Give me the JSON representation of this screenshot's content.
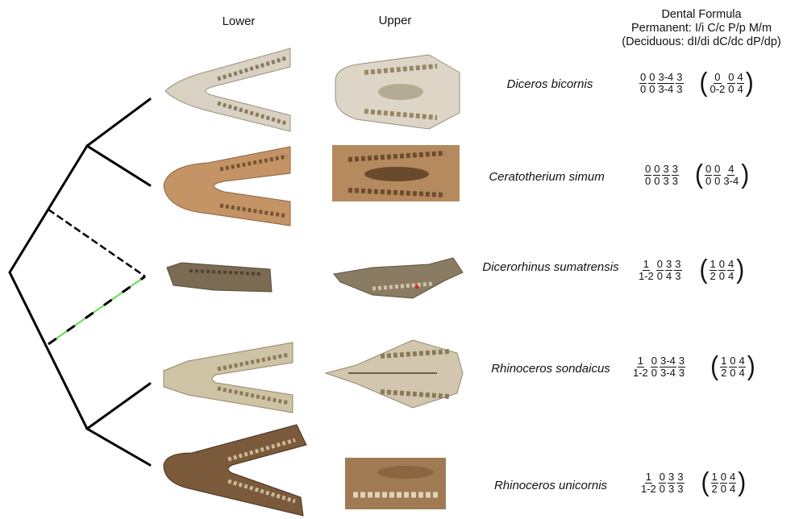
{
  "headers": {
    "lower": "Lower",
    "upper": "Upper",
    "formula_line1": "Dental Formula",
    "formula_line2": "Permanent: I/i C/c P/p M/m",
    "formula_line3": "(Deciduous: dI/di dC/dc dP/dp)"
  },
  "colors": {
    "tree_line": "#000000",
    "fossil_segment": "#66dd55",
    "bone_light": "#d9d2c2",
    "bone_tan": "#c49467",
    "bone_dark": "#7a5a3a"
  },
  "species": [
    {
      "name": "Diceros bicornis",
      "permanent": [
        [
          "0",
          "0"
        ],
        [
          "0",
          "0"
        ],
        [
          "3-4",
          "3-4"
        ],
        [
          "3",
          "3"
        ]
      ],
      "deciduous": [
        [
          "0",
          "0-2"
        ],
        [
          "0",
          "0"
        ],
        [
          "4",
          "4"
        ]
      ]
    },
    {
      "name": "Ceratotherium simum",
      "permanent": [
        [
          "0",
          "0"
        ],
        [
          "0",
          "0"
        ],
        [
          "3",
          "3"
        ],
        [
          "3",
          "3"
        ]
      ],
      "deciduous": [
        [
          "0",
          "0"
        ],
        [
          "0",
          "0"
        ],
        [
          "4",
          "3-4"
        ]
      ]
    },
    {
      "name": "Dicerorhinus sumatrensis",
      "permanent": [
        [
          "1",
          "1-2"
        ],
        [
          "0",
          "0"
        ],
        [
          "3",
          "4"
        ],
        [
          "3",
          "3"
        ]
      ],
      "deciduous": [
        [
          "1",
          "2"
        ],
        [
          "0",
          "0"
        ],
        [
          "4",
          "4"
        ]
      ]
    },
    {
      "name": "Rhinoceros sondaicus",
      "permanent": [
        [
          "1",
          "1-2"
        ],
        [
          "0",
          "0"
        ],
        [
          "3-4",
          "3-4"
        ],
        [
          "3",
          "3"
        ]
      ],
      "deciduous": [
        [
          "1",
          "2"
        ],
        [
          "0",
          "0"
        ],
        [
          "4",
          "4"
        ]
      ]
    },
    {
      "name": "Rhinoceros unicornis",
      "permanent": [
        [
          "1",
          "1-2"
        ],
        [
          "0",
          "0"
        ],
        [
          "3",
          "3"
        ],
        [
          "3",
          "3"
        ]
      ],
      "deciduous": [
        [
          "1",
          "2"
        ],
        [
          "0",
          "0"
        ],
        [
          "4",
          "4"
        ]
      ]
    }
  ]
}
